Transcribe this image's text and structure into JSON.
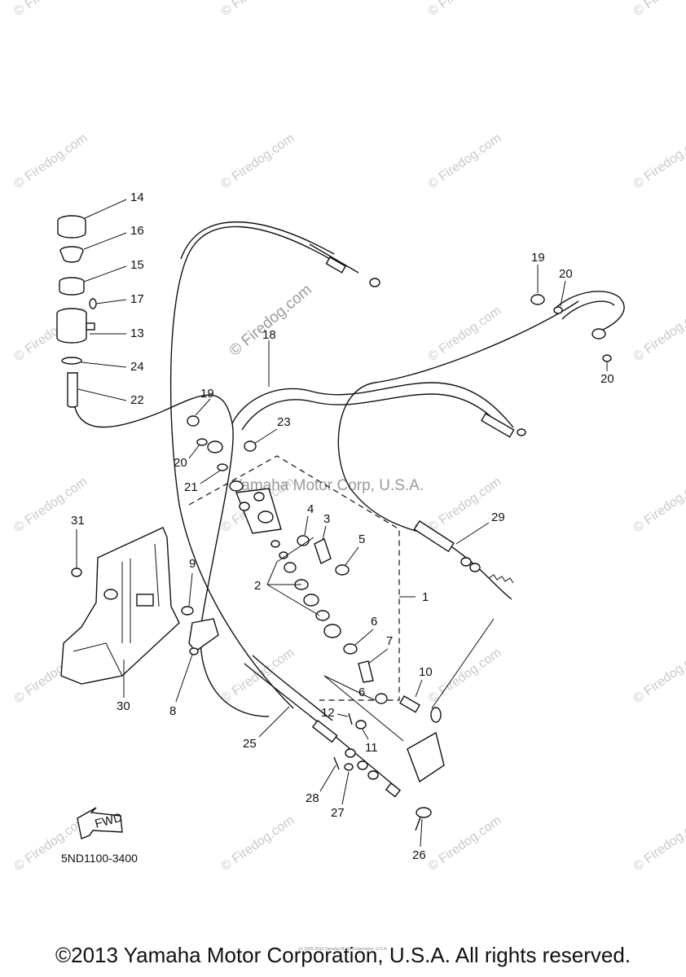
{
  "diagram": {
    "part_code": "5ND1100-3400",
    "center_watermark": "Yamaha Motor Corp, U.S.A.",
    "site_watermark": "© Firedog.com",
    "repeat_watermark": "© Firedog.com",
    "fwd_label": "FWD",
    "callouts": {
      "c1": "1",
      "c2": "2",
      "c3": "3",
      "c4": "4",
      "c5": "5",
      "c6a": "6",
      "c6b": "6",
      "c7": "7",
      "c8": "8",
      "c9": "9",
      "c10": "10",
      "c11": "11",
      "c12": "12",
      "c13": "13",
      "c14": "14",
      "c15": "15",
      "c16": "16",
      "c17": "17",
      "c18": "18",
      "c19a": "19",
      "c19b": "19",
      "c20a": "20",
      "c20b": "20",
      "c20c": "20",
      "c21": "21",
      "c22": "22",
      "c23": "23",
      "c24": "24",
      "c25": "25",
      "c26": "26",
      "c27": "27",
      "c28": "28",
      "c29": "29",
      "c30": "30",
      "c31": "31"
    }
  },
  "footer": {
    "copyright": "©2013 Yamaha Motor Corporation, U.S.A. All rights reserved.",
    "small_print": "(c) 2005-2013 Yamaha Motor Corporation, U.S.A."
  }
}
